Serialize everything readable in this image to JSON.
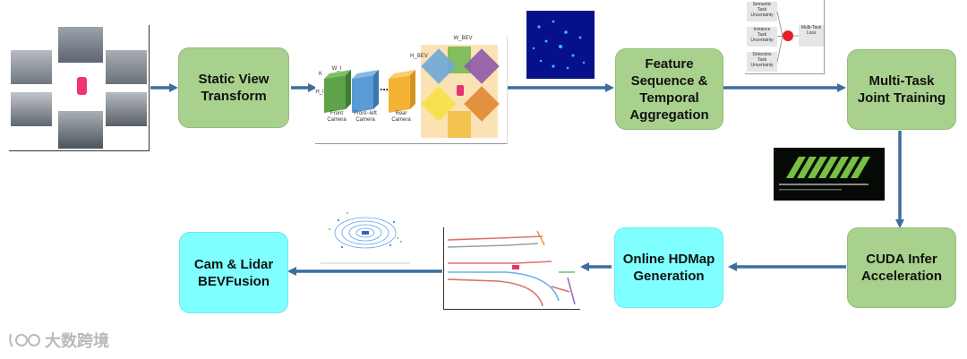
{
  "nodes": {
    "static_view_transform": "Static View\nTransform",
    "feature_sequence": "Feature\nSequence &\nTemporal\nAggregation",
    "multi_task_training": "Multi-Task\nJoint Training",
    "cuda_infer": "CUDA Infer\nAcceleration",
    "online_hdmap": "Online HDMap\nGeneration",
    "bevfusion": "Cam & Lidar\nBEVFusion"
  },
  "view_transform_panel": {
    "w_bev": "W_BEV",
    "h_bev": "H_BEV",
    "k": "K",
    "w_i": "W_I",
    "h_i": "H_I",
    "ellipsis": "...",
    "cam_front": "Front\nCamera",
    "cam_front_left": "Front−left\nCamera",
    "cam_rear": "Rear\nCamera"
  },
  "uncertainty_panel": {
    "semantic": "Semantic\nTask\nUncertainty",
    "instance": "Instance\nTask\nUncertainty",
    "detection": "Detection\nTask\nUncertainty",
    "loss": "Multi-Task\nLoss"
  },
  "watermark": "大数跨境",
  "colors": {
    "green_box": "#a9d18e",
    "cyan_box": "#7fffff",
    "arrow": "#3f6d9e"
  }
}
